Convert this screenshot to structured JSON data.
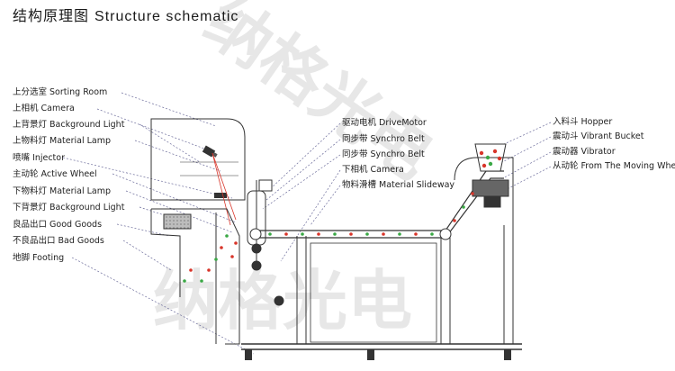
{
  "title": {
    "cn": "结构原理图",
    "en": "Structure schematic"
  },
  "left_labels": [
    "上分选室 Sorting Room",
    "上相机 Camera",
    "上背景灯 Background Light",
    "上物料灯 Material Lamp",
    "喷嘴 Injector",
    "主动轮 Active Wheel",
    "下物料灯 Material Lamp",
    "下背景灯 Background Light",
    "良品出口 Good Goods",
    "不良品出口 Bad Goods",
    "地脚 Footing"
  ],
  "middle_labels": [
    "驱动电机 DriveMotor",
    "同步带 Synchro Belt",
    "同步带 Synchro Belt",
    "下相机 Camera",
    "物料滑槽 Material Slideway"
  ],
  "right_labels": [
    "入料斗 Hopper",
    "震动斗 Vibrant Bucket",
    "震动器 Vibrator",
    "从动轮 From The Moving Wheel"
  ],
  "watermark": {
    "text": "纳格光电"
  },
  "colors": {
    "red": "#d8352a",
    "green": "#3aa845",
    "line": "#333333",
    "leader": "#6b6b9a"
  }
}
